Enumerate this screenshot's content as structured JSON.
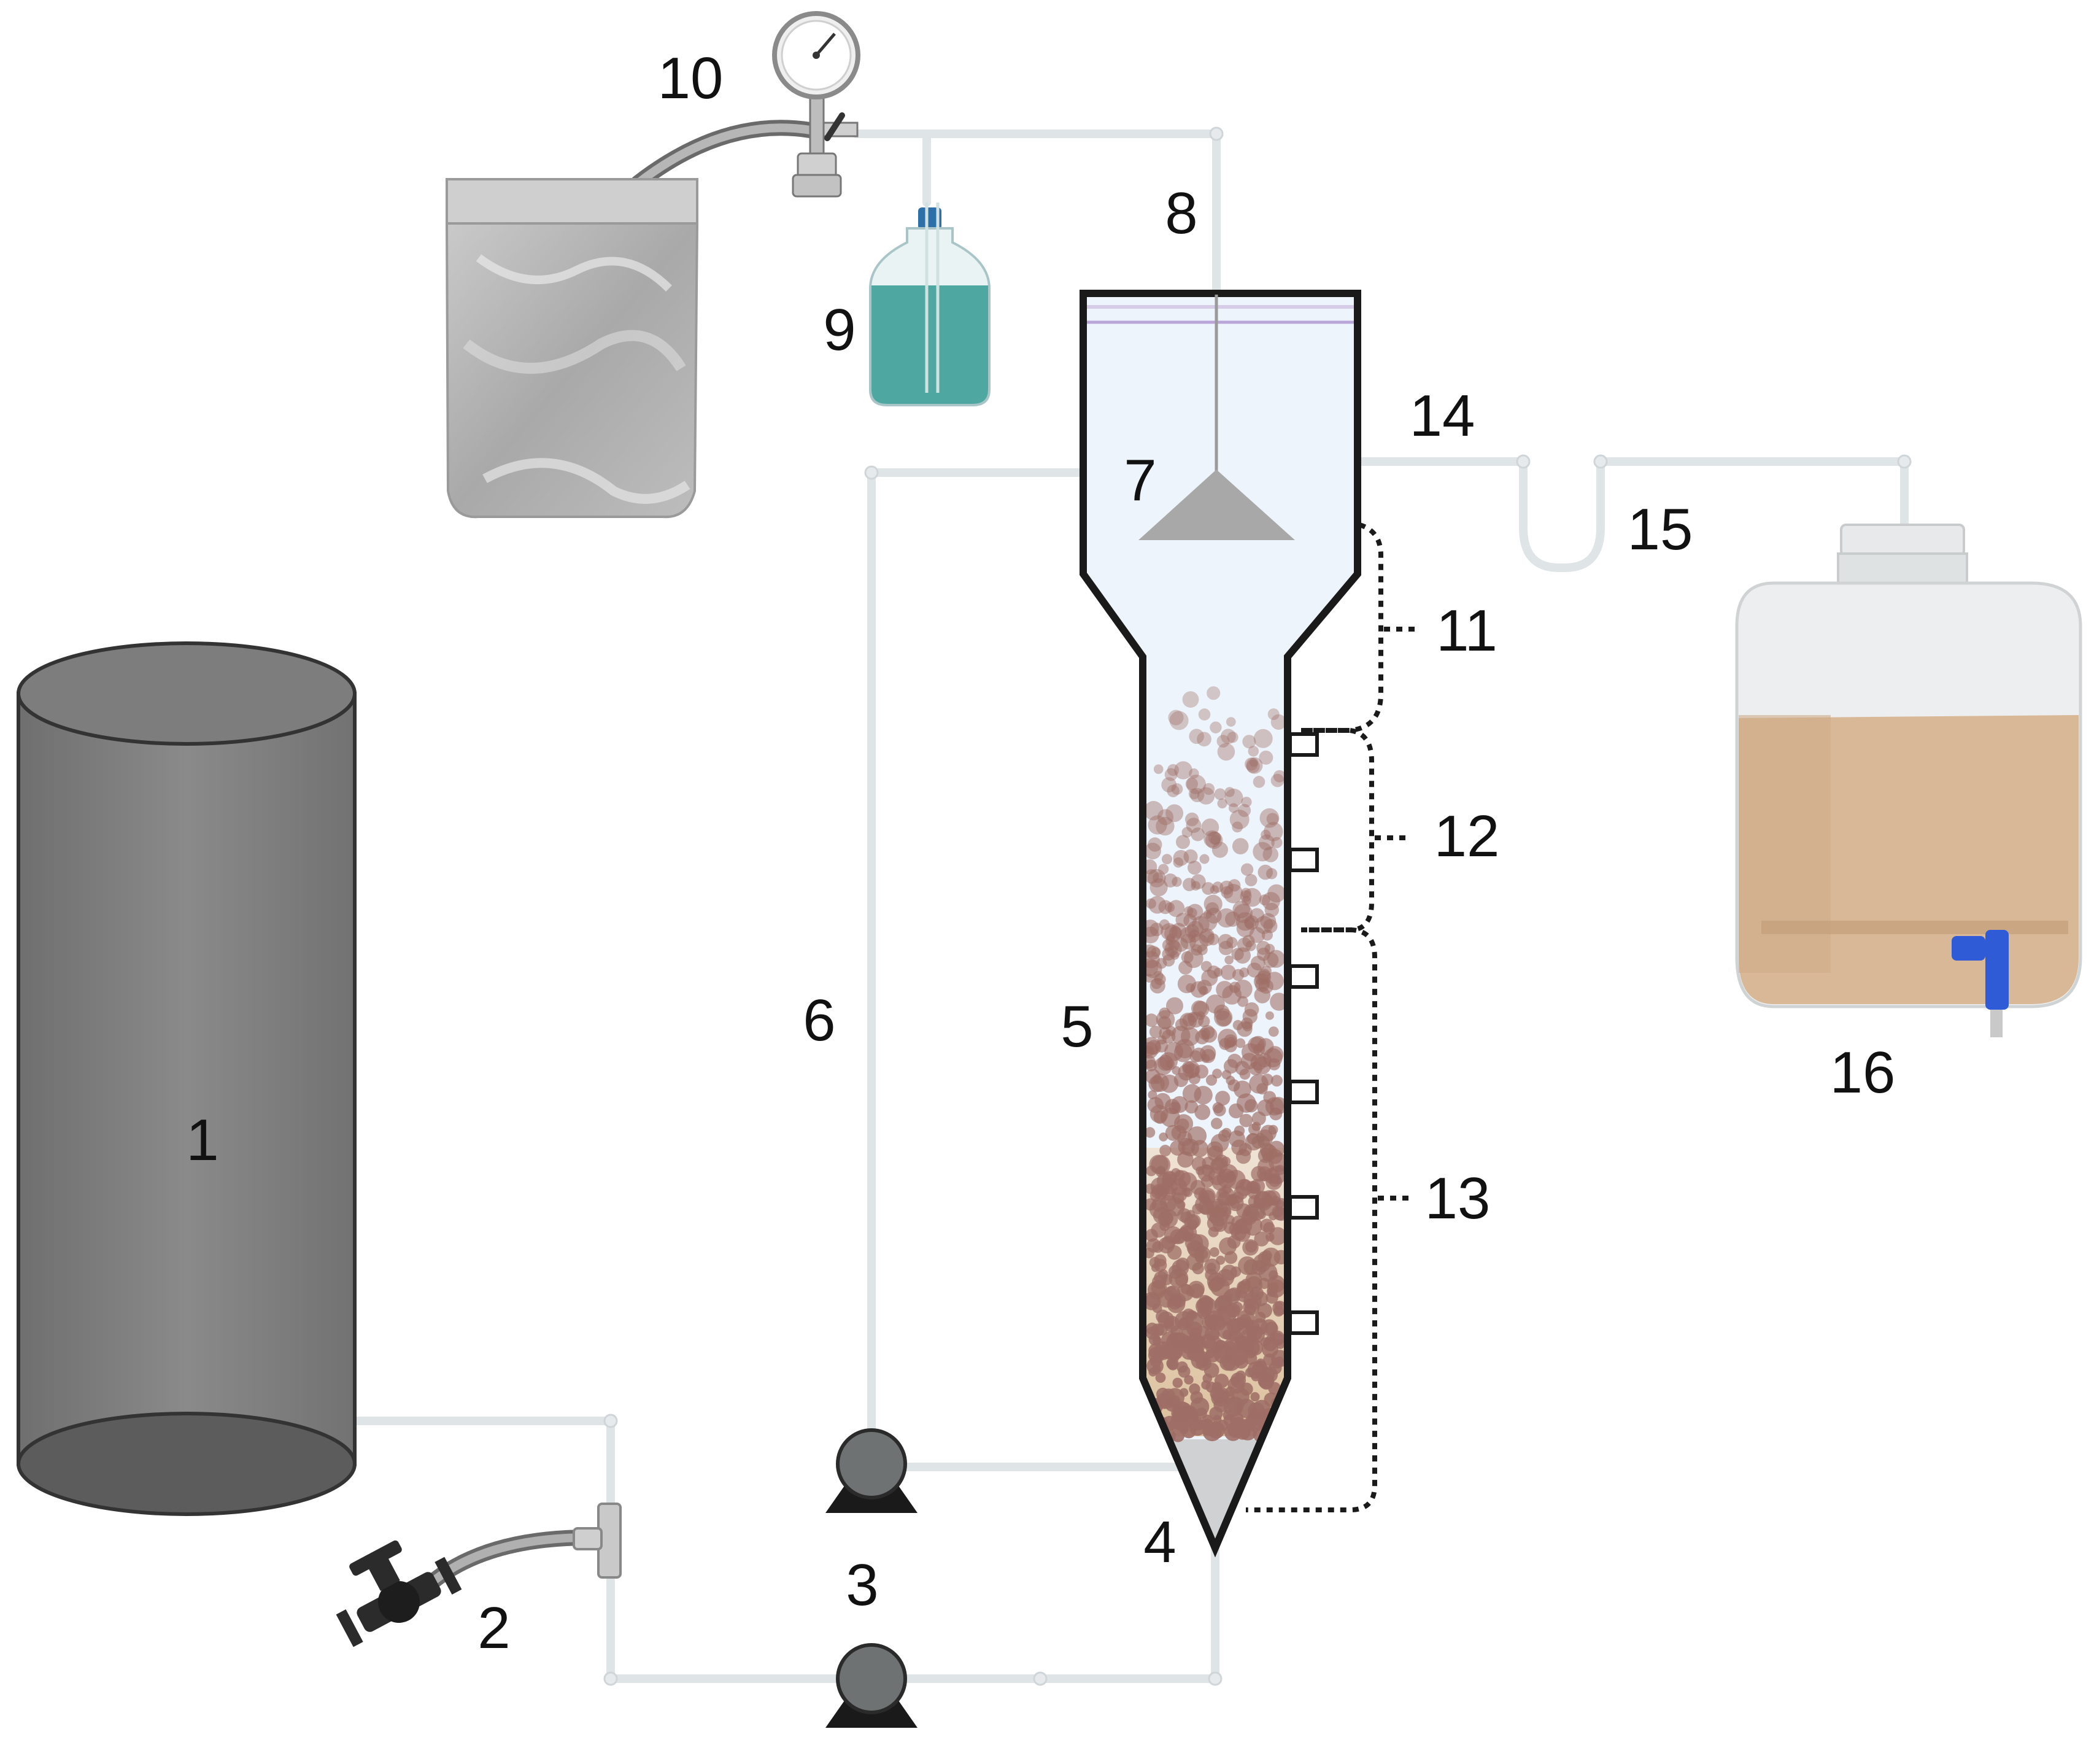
{
  "labels": {
    "l1": "1",
    "l2": "2",
    "l3": "3",
    "l4": "4",
    "l5": "5",
    "l6": "6",
    "l7": "7",
    "l8": "8",
    "l9": "9",
    "l10": "10",
    "l11": "11",
    "l12": "12",
    "l13": "13",
    "l14": "14",
    "l15": "15",
    "l16": "16"
  },
  "colors": {
    "tank": "#7b7b7b",
    "pipe": "#dfe4e7",
    "reactor_fill": "#eef4fb",
    "sludge": "#e3c8a8",
    "granule": "#9e6e66",
    "bottle_liquid": "#3e9e98",
    "container_liquid": "#d9b897",
    "tap": "#2f5bd6",
    "pump": "#6f7272"
  }
}
